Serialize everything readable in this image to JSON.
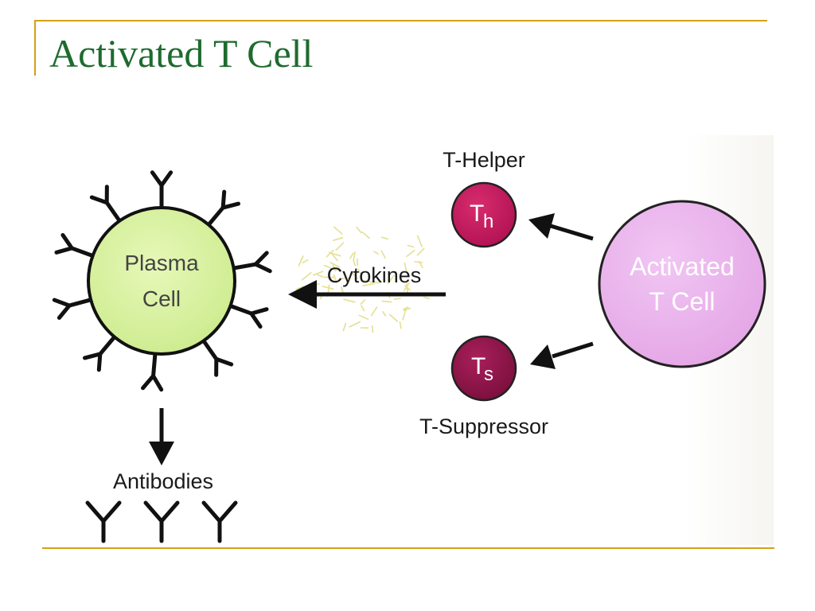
{
  "slide": {
    "title": "Activated T Cell"
  },
  "diagram": {
    "plasma_cell": {
      "line1": "Plasma",
      "line2": "Cell",
      "color": "#d8f2a2"
    },
    "cytokines": {
      "label": "Cytokines"
    },
    "t_helper": {
      "label": "T-Helper",
      "symbol": "T",
      "subscript": "h",
      "color": "#c2185b"
    },
    "t_suppressor": {
      "label": "T-Suppressor",
      "symbol": "T",
      "subscript": "s",
      "color": "#8e1548"
    },
    "activated_t_cell": {
      "line1": "Activated",
      "line2": "T Cell",
      "color": "#ecb8ee"
    },
    "antibodies": {
      "label": "Antibodies"
    }
  },
  "colors": {
    "title": "#1e6b2e",
    "rule": "#d4a017",
    "arrow": "#111111"
  }
}
